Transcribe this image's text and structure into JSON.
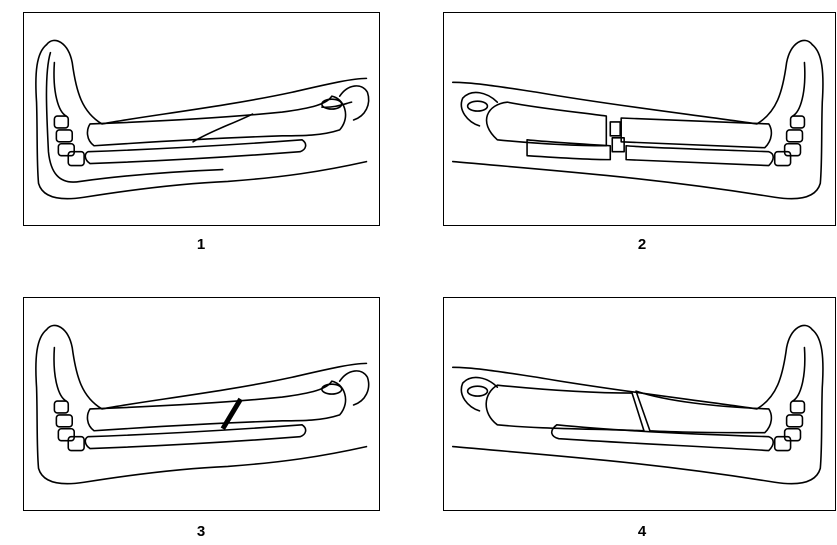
{
  "figure": {
    "panels": [
      {
        "id": "1",
        "caption": "1"
      },
      {
        "id": "2",
        "caption": "2"
      },
      {
        "id": "3",
        "caption": "3"
      },
      {
        "id": "4",
        "caption": "4"
      }
    ]
  }
}
